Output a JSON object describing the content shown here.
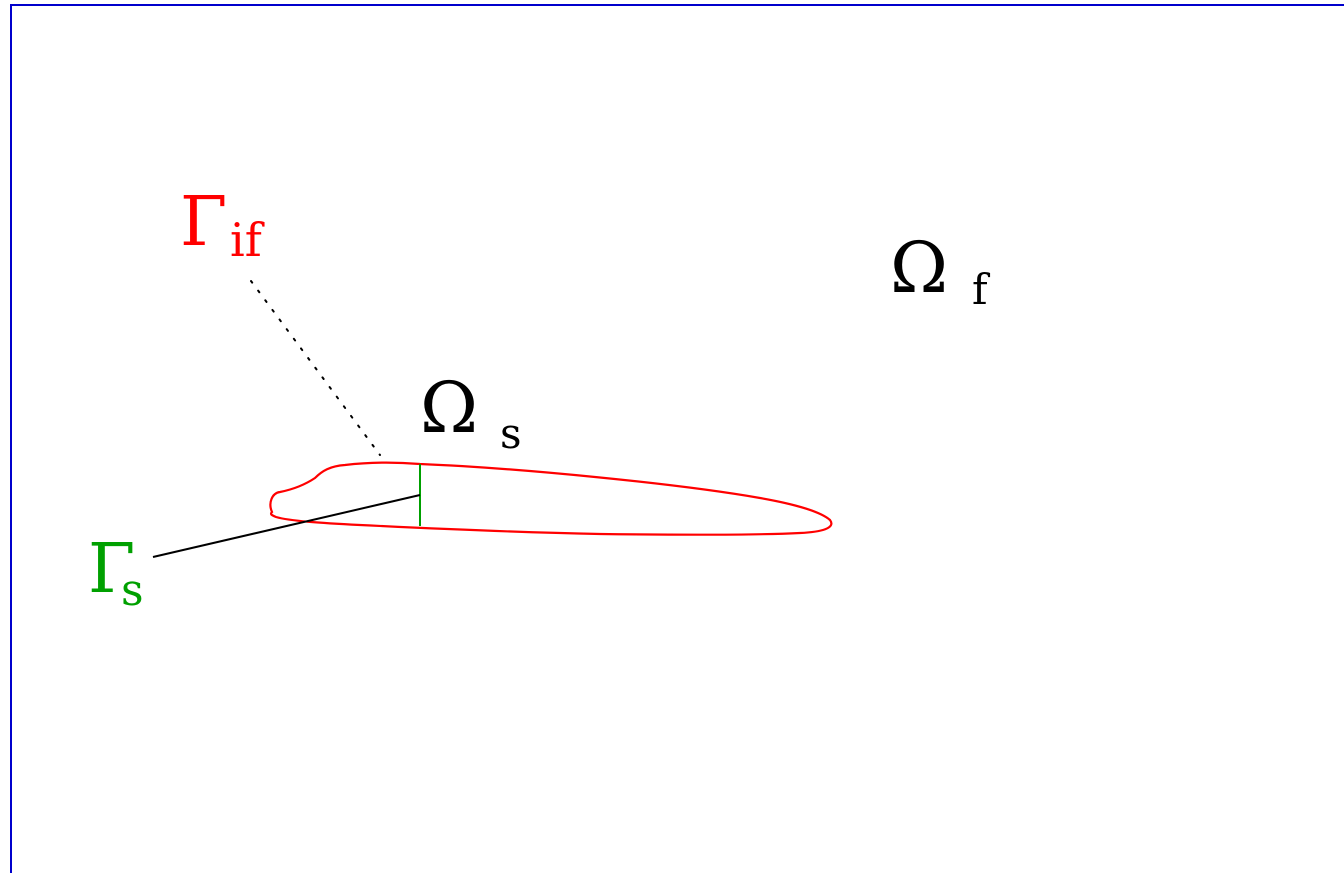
{
  "labels": {
    "gamma_if": {
      "main": "Γ",
      "sub": "if"
    },
    "omega_f": {
      "main": "Ω",
      "sub": "f"
    },
    "omega_s": {
      "main": "Ω",
      "sub": "s"
    },
    "gamma_s": {
      "main": "Γ",
      "sub": "s"
    }
  },
  "colors": {
    "domain_border": "#0000cc",
    "interface": "#ff0000",
    "solid_boundary": "#00a000",
    "text": "#000000",
    "leader_line": "#000000"
  }
}
